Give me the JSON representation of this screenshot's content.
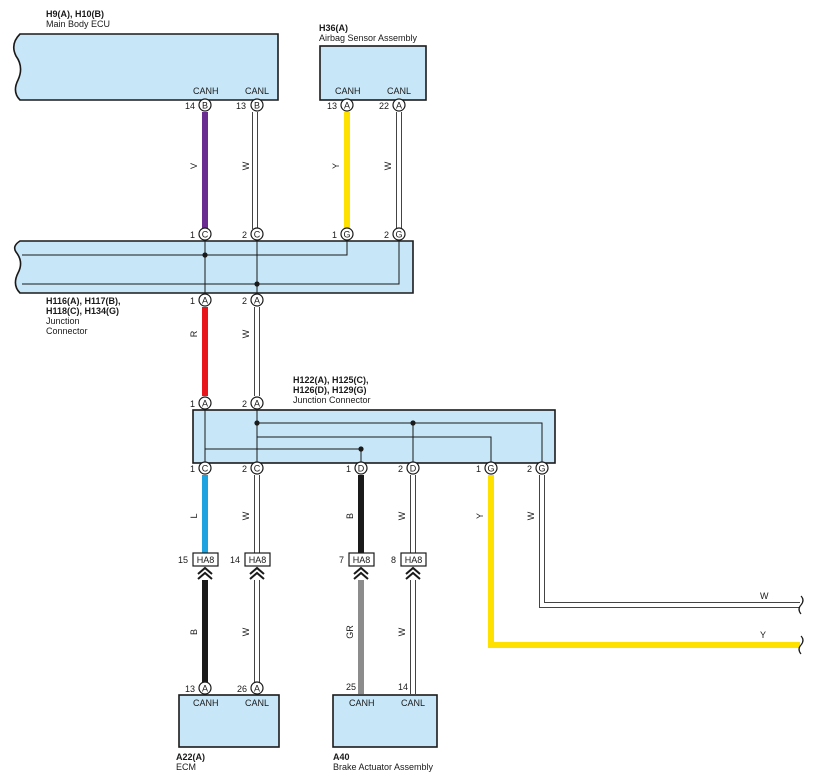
{
  "components": {
    "main_body_ecu": {
      "id": "H9(A), H10(B)",
      "name": "Main Body ECU",
      "pin_canh": "CANH",
      "pin_canl": "CANL"
    },
    "airbag": {
      "id": "H36(A)",
      "name": "Airbag Sensor Assembly",
      "pin_canh": "CANH",
      "pin_canl": "CANL"
    },
    "junction1": {
      "id_line1": "H116(A), H117(B),",
      "id_line2": "H118(C), H134(G)",
      "name_line1": "Junction",
      "name_line2": "Connector"
    },
    "junction2": {
      "id_line1": "H122(A), H125(C),",
      "id_line2": "H126(D), H129(G)",
      "name": "Junction Connector"
    },
    "ecm": {
      "id": "A22(A)",
      "name": "ECM",
      "pin_canh": "CANH",
      "pin_canl": "CANL"
    },
    "brake": {
      "id": "A40",
      "name": "Brake Actuator Assembly",
      "pin_canh": "CANH",
      "pin_canl": "CANL"
    }
  },
  "pins": {
    "ecu_canh_num": "14",
    "ecu_canh_letter": "B",
    "ecu_canl_num": "13",
    "ecu_canl_letter": "B",
    "ab_canh_num": "13",
    "ab_canh_letter": "A",
    "ab_canl_num": "22",
    "ab_canl_letter": "A",
    "j1_top1_num": "1",
    "j1_top1_letter": "C",
    "j1_top2_num": "2",
    "j1_top2_letter": "C",
    "j1_top3_num": "1",
    "j1_top3_letter": "G",
    "j1_top4_num": "2",
    "j1_top4_letter": "G",
    "j1_bot1_num": "1",
    "j1_bot1_letter": "A",
    "j1_bot2_num": "2",
    "j1_bot2_letter": "A",
    "j2_top1_num": "1",
    "j2_top1_letter": "A",
    "j2_top2_num": "2",
    "j2_top2_letter": "A",
    "j2_b1_num": "1",
    "j2_b1_letter": "C",
    "j2_b2_num": "2",
    "j2_b2_letter": "C",
    "j2_b3_num": "1",
    "j2_b3_letter": "D",
    "j2_b4_num": "2",
    "j2_b4_letter": "D",
    "j2_b5_num": "1",
    "j2_b5_letter": "G",
    "j2_b6_num": "2",
    "j2_b6_letter": "G",
    "ha8_1_num": "15",
    "ha8_2_num": "14",
    "ha8_3_num": "7",
    "ha8_4_num": "8",
    "ha8_label": "HA8",
    "ecm_canh_num": "13",
    "ecm_canh_letter": "A",
    "ecm_canl_num": "26",
    "ecm_canl_letter": "A",
    "brake_canh_num": "25",
    "brake_canl_num": "14"
  },
  "wires": {
    "ecu_canh": "V",
    "ecu_canl": "W",
    "ab_canh": "Y",
    "ab_canl": "W",
    "j1_canh": "R",
    "j1_canl": "W",
    "j2_c_canh": "L",
    "j2_c_canl": "W",
    "j2_d_canh": "B",
    "j2_d_canl": "W",
    "j2_g_canh": "Y",
    "j2_g_canl": "W",
    "ecm_canh": "B",
    "ecm_canl": "W",
    "brake_canh": "GR",
    "brake_canl": "W",
    "out_w": "W",
    "out_y": "Y"
  },
  "colors": {
    "violet": "#6a2c91",
    "yellow": "#ffe100",
    "red": "#e8161b",
    "blue": "#1ca3e0",
    "black": "#1a1a1a",
    "gray": "#8c8c8c",
    "white": "#ffffff",
    "box": "#c7e6f7"
  }
}
